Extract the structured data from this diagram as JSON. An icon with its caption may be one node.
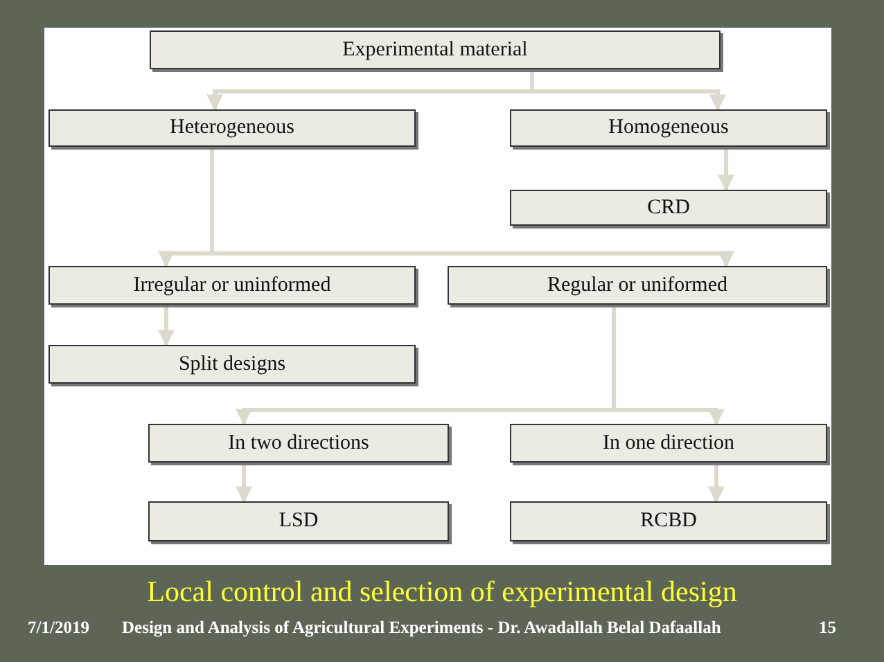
{
  "diagram": {
    "title": "Local control and selection of experimental design",
    "nodes": [
      {
        "text": [
          "Experimental material"
        ]
      },
      {
        "text": [
          "Heterogeneous"
        ]
      },
      {
        "text": [
          "Homogeneous"
        ]
      },
      {
        "text": [
          "CRD"
        ]
      },
      {
        "text": [
          "Irregular or uninformed"
        ]
      },
      {
        "text": [
          "Regular or uniformed"
        ]
      },
      {
        "text": [
          "Split designs"
        ]
      },
      {
        "text": [
          "In two directions"
        ]
      },
      {
        "text": [
          "In one direction"
        ]
      },
      {
        "text": [
          "LSD"
        ]
      },
      {
        "text": [
          "RCBD"
        ]
      }
    ],
    "edges": [
      {
        "from": 0,
        "to": 1,
        "arrow": "to"
      },
      {
        "from": 0,
        "to": 2,
        "arrow": "to"
      },
      {
        "from": 2,
        "to": 3,
        "arrow": "to"
      },
      {
        "from": 1,
        "to": 4,
        "arrow": "to"
      },
      {
        "from": 1,
        "to": 5,
        "arrow": "to"
      },
      {
        "from": 4,
        "to": 6,
        "arrow": "to"
      },
      {
        "from": 5,
        "to": 7,
        "arrow": "to"
      },
      {
        "from": 5,
        "to": 8,
        "arrow": "to"
      },
      {
        "from": 7,
        "to": 9,
        "arrow": "to"
      },
      {
        "from": 8,
        "to": 10,
        "arrow": "to"
      }
    ],
    "labels": [
      "7/1/2019",
      "Design and Analysis of Agricultural Experiments - Dr. Awadallah Belal Dafaallah",
      "15"
    ]
  }
}
